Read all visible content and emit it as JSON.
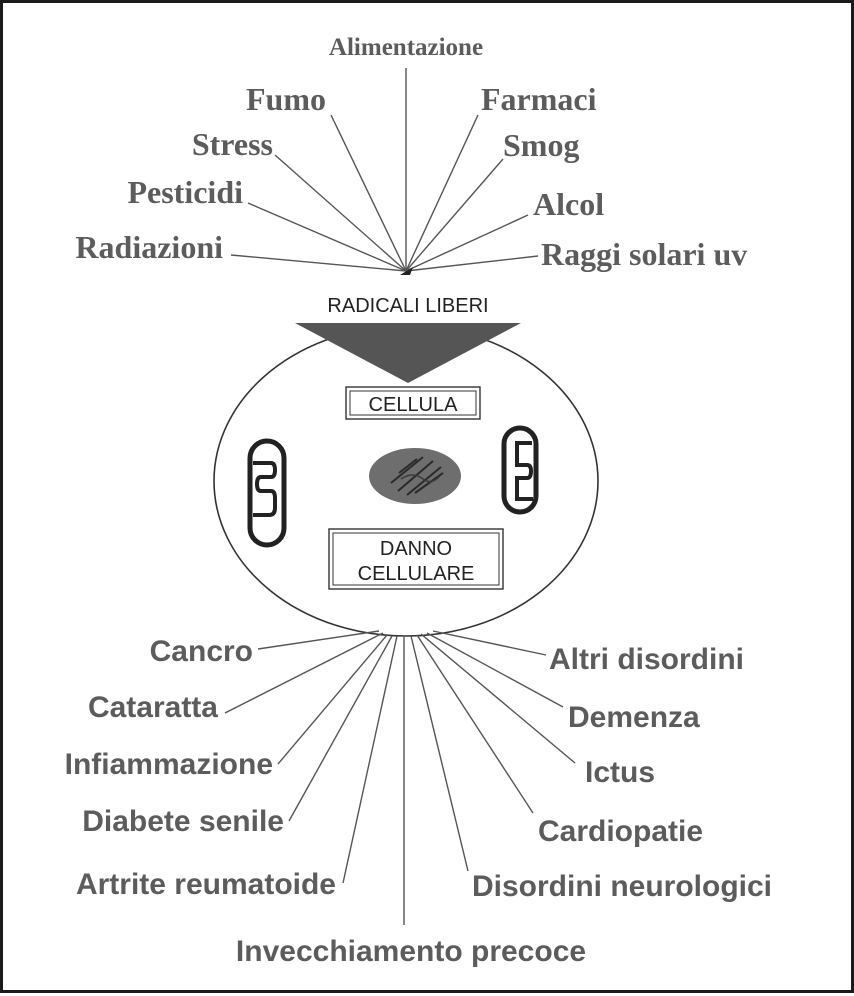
{
  "causes": [
    "Alimentazione",
    "Fumo",
    "Farmaci",
    "Stress",
    "Smog",
    "Pesticidi",
    "Alcol",
    "Radiazioni",
    "Raggi solari uv"
  ],
  "radicals_label": "RADICALI LIBERI",
  "cell_label": "CELLULA",
  "damage_label_line1": "DANNO",
  "damage_label_line2": "CELLULARE",
  "effects": [
    "Cancro",
    "Altri disordini",
    "Cataratta",
    "Demenza",
    "Infiammazione",
    "Ictus",
    "Diabete senile",
    "Cardiopatie",
    "Artrite reumatoide",
    "Disordini neurologici",
    "Invecchiamento precoce"
  ]
}
